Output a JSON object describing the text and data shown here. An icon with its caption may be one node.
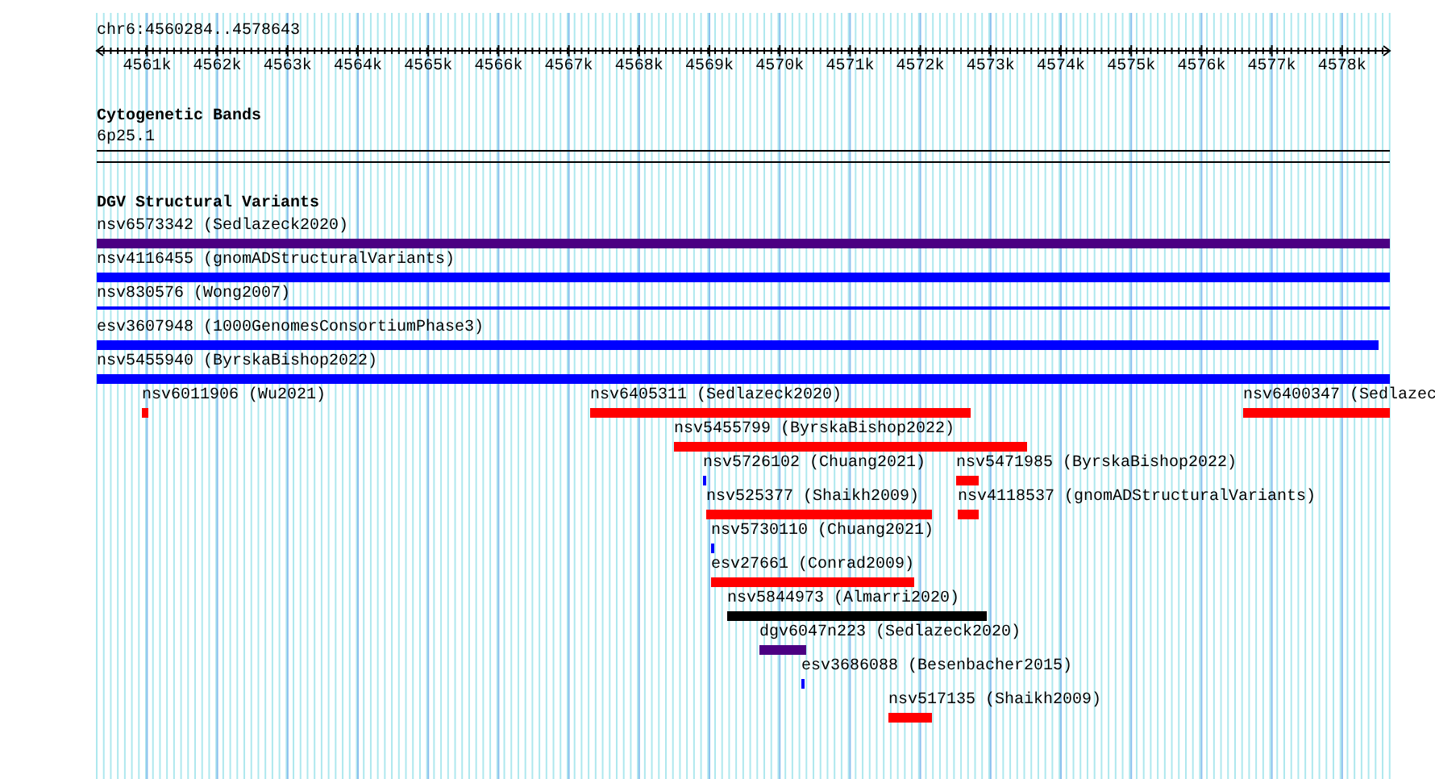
{
  "diagram": {
    "nodes": [
      {
        "text": [
          "nsv6573342 (Sedlazeck2020)"
        ]
      },
      {
        "text": [
          "nsv4116455 (gnomADStructuralVariants)"
        ]
      },
      {
        "text": [
          "nsv830576 (Wong2007)"
        ]
      },
      {
        "text": [
          "esv3607948 (1000GenomesConsortiumPhase3)"
        ]
      },
      {
        "text": [
          "nsv5455940 (ByrskaBishop2022)"
        ]
      },
      {
        "text": [
          "nsv6011906 (Wu2021)"
        ]
      },
      {
        "text": [
          "nsv6405311 (Sedlazeck2020)"
        ]
      },
      {
        "text": [
          "nsv6400347 (Sedlazec"
        ]
      },
      {
        "text": [
          "nsv5455799 (ByrskaBishop2022)"
        ]
      },
      {
        "text": [
          "nsv5726102 (Chuang2021)"
        ]
      },
      {
        "text": [
          "nsv5471985 (ByrskaBishop2022)"
        ]
      },
      {
        "text": [
          "nsv525377 (Shaikh2009)"
        ]
      },
      {
        "text": [
          "nsv4118537 (gnomADStructuralVariants)"
        ]
      },
      {
        "text": [
          "nsv5730110 (Chuang2021)"
        ]
      },
      {
        "text": [
          "esv27661 (Conrad2009)"
        ]
      },
      {
        "text": [
          "nsv5844973 (Almarri2020)"
        ]
      },
      {
        "text": [
          "dgv6047n223 (Sedlazeck2020)"
        ]
      },
      {
        "text": [
          "esv3686088 (Besenbacher2015)"
        ]
      },
      {
        "text": [
          "nsv517135 (Shaikh2009)"
        ]
      }
    ],
    "labels": [
      "chr6:4560284..4578643",
      "4561k",
      "4562k",
      "4563k",
      "4564k",
      "4565k",
      "4566k",
      "4567k",
      "4568k",
      "4569k",
      "4570k",
      "4571k",
      "4572k",
      "4573k",
      "4574k",
      "4575k",
      "4576k",
      "4577k",
      "4578k",
      "Cytogenetic Bands",
      "6p25.1",
      "DGV Structural Variants"
    ]
  }
}
